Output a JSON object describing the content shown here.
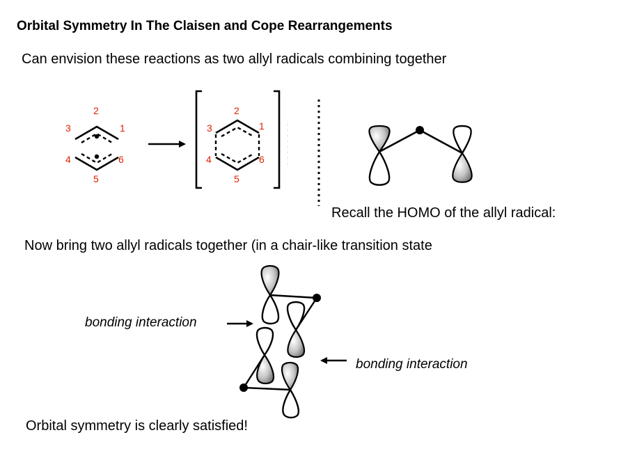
{
  "title": "Orbital Symmetry In The Claisen and Cope Rearrangements",
  "intro": "Can envision these reactions as two allyl radicals combining together",
  "recall": "Recall the HOMO of the allyl radical:",
  "bring_together": "Now bring two allyl radicals together (in a chair-like transition state",
  "bonding_label_left": "bonding interaction",
  "bonding_label_right": "bonding interaction",
  "conclusion": "Orbital symmetry is clearly satisfied!",
  "allyl_numbers": {
    "n1": "1",
    "n2": "2",
    "n3": "3",
    "n4": "4",
    "n5": "5",
    "n6": "6"
  },
  "ts_numbers": {
    "n1": "1",
    "n2": "2",
    "n3": "3",
    "n4": "4",
    "n5": "5",
    "n6": "6"
  },
  "colors": {
    "atom_numbers": "#e02000",
    "lobe_shading": "#8c8c8c"
  }
}
